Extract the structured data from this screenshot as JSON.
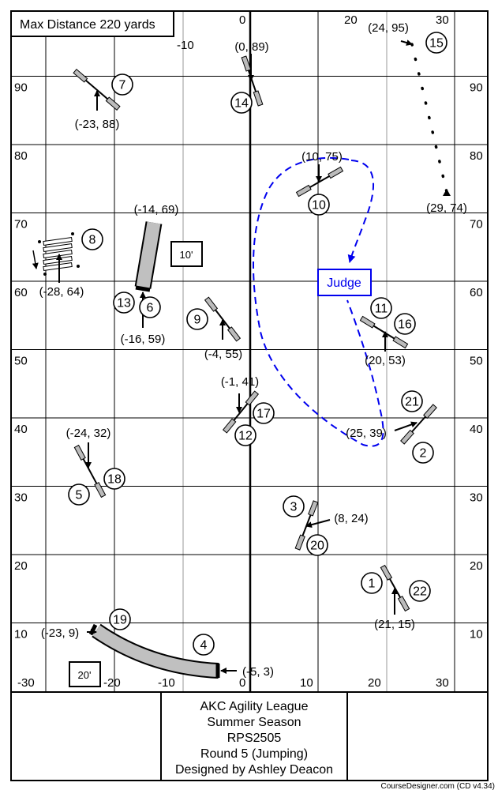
{
  "max_distance": "Max Distance 220 yards",
  "axes": {
    "x_labels": [
      "-30",
      "-20",
      "-10",
      "0",
      "10",
      "20",
      "30"
    ],
    "y_labels": [
      "90",
      "80",
      "70",
      "60",
      "50",
      "40",
      "30",
      "20",
      "10"
    ]
  },
  "obstacles": {
    "n1": "1",
    "n2": "2",
    "n3": "3",
    "n4": "4",
    "n5": "5",
    "n6": "6",
    "n7": "7",
    "n8": "8",
    "n9": "9",
    "n10": "10",
    "n11": "11",
    "n12": "12",
    "n13": "13",
    "n14": "14",
    "n15": "15",
    "n16": "16",
    "n17": "17",
    "n18": "18",
    "n19": "19",
    "n20": "20",
    "n21": "21",
    "n22": "22"
  },
  "coords": {
    "c7": "(-23, 88)",
    "c14": "(0, 89)",
    "c15a": "(24, 95)",
    "c15b": "(29, 74)",
    "c10": "(10, 75)",
    "c6a": "(-14, 69)",
    "c8": "(-28, 64)",
    "c6b": "(-16, 59)",
    "c9": "(-4, 55)",
    "c11": "(20, 53)",
    "c12": "(-1, 41)",
    "c2": "(25, 39)",
    "c5": "(-24, 32)",
    "c3": "(8, 24)",
    "c1": "(21, 15)",
    "c19": "(-23, 9)",
    "c4": "(-5, 3)"
  },
  "judge": "Judge",
  "size_boxes": {
    "b10": "10'",
    "b20": "20'"
  },
  "info": [
    "AKC Agility League",
    "Summer Season",
    "RPS2505",
    "Round 5 (Jumping)",
    "Designed by Ashley Deacon"
  ],
  "credit": "CourseDesigner.com (CD v4.34)",
  "colors": {
    "judge": "#0000ee",
    "wing": "#bbbbbb",
    "tunnel": "#c0c0c0"
  }
}
